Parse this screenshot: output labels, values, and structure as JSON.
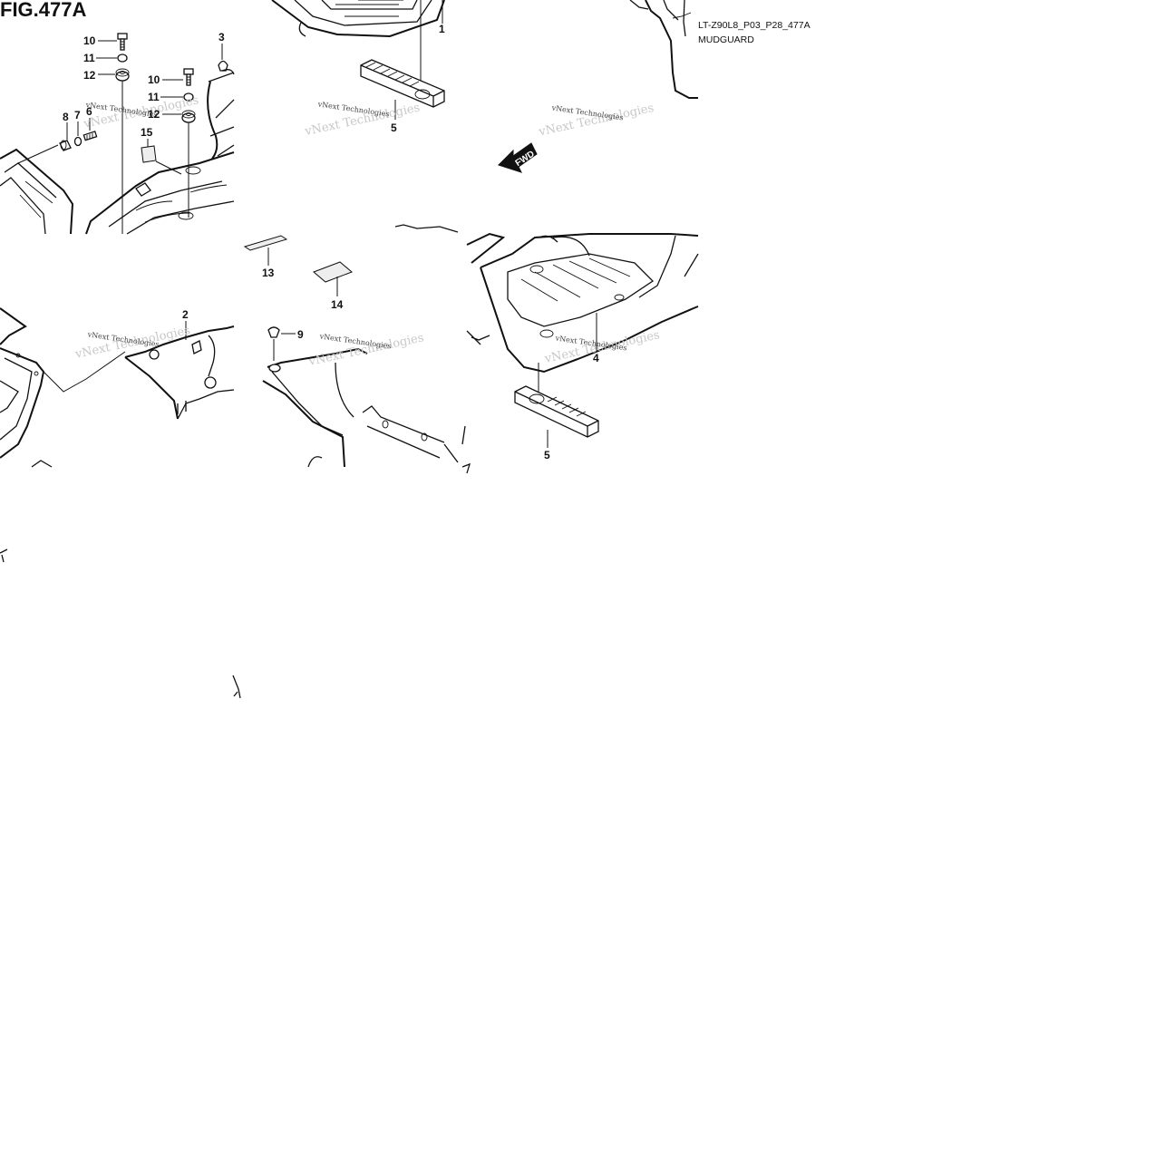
{
  "figure": {
    "title": "FIG.477A",
    "code": "LT-Z90L8_P03_P28_477A",
    "caption": "MUDGUARD"
  },
  "watermark": "vNext Technologies",
  "fwd_label": "FWD",
  "callouts": {
    "c1": "1",
    "c2": "2",
    "c3": "3",
    "c4": "4",
    "c5a": "5",
    "c5b": "5",
    "c6": "6",
    "c7": "7",
    "c8": "8",
    "c9": "9",
    "c10a": "10",
    "c10b": "10",
    "c11a": "11",
    "c11b": "11",
    "c12a": "12",
    "c12b": "12",
    "c13": "13",
    "c14": "14",
    "c15": "15"
  },
  "colors": {
    "ink": "#111111",
    "background": "#ffffff",
    "watermark_ghost": "#c8c8c8"
  },
  "icons": {
    "fwd": "fwd-arrow-icon"
  }
}
